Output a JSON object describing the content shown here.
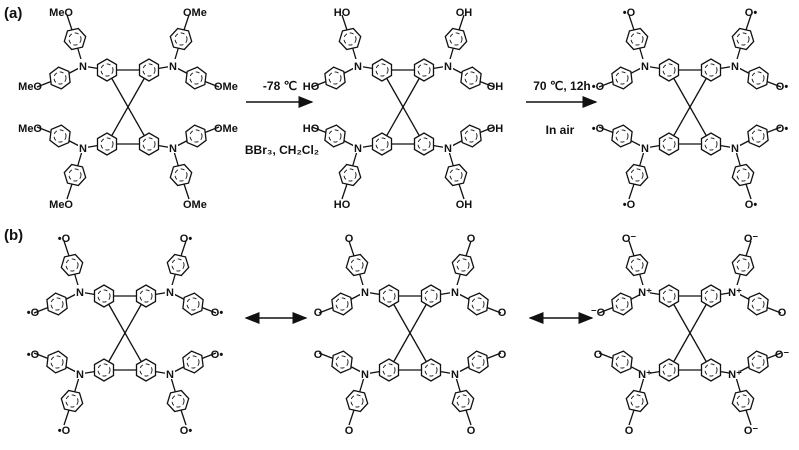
{
  "panels": {
    "a": "(a)",
    "b": "(b)"
  },
  "arrows": {
    "step1": {
      "above": "-78 ℃",
      "below": "BBr₃,  CH₂Cl₂"
    },
    "step2": {
      "above": "70 ℃, 12h",
      "below": "In air"
    }
  },
  "molecules": [
    {
      "name": "methoxy-precursor",
      "n": "N",
      "terminals": [
        "MeO",
        "MeO",
        "OMe",
        "OMe",
        "MeO",
        "MeO",
        "OMe",
        "OMe"
      ]
    },
    {
      "name": "hydroxy-intermediate",
      "n": "N",
      "terminals": [
        "HO",
        "HO",
        "OH",
        "OH",
        "HO",
        "HO",
        "OH",
        "OH"
      ]
    },
    {
      "name": "radical-product",
      "n": "N",
      "terminals": [
        "•O",
        "•O",
        "O•",
        "O•",
        "•O",
        "•O",
        "O•",
        "O•"
      ]
    },
    {
      "name": "radical-form",
      "n": "N",
      "terminals": [
        "•O",
        "•O",
        "O•",
        "O•",
        "•O",
        "•O",
        "O•",
        "O•"
      ]
    },
    {
      "name": "quinoidal-form",
      "n": "N",
      "terminals": [
        "O",
        "O",
        "O",
        "O",
        "O",
        "O",
        "O",
        "O"
      ]
    },
    {
      "name": "zwitterionic-form",
      "n": "N⁺",
      "terminals": [
        "O⁻",
        "⁻O",
        "O⁻",
        "O",
        "O",
        "O",
        "O⁻",
        "O⁻"
      ]
    }
  ]
}
